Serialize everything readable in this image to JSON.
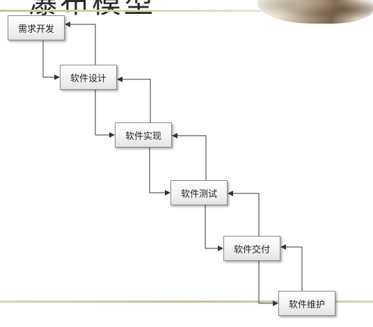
{
  "slide": {
    "title": "瀑布模型"
  },
  "phases": [
    {
      "label": "需求开发"
    },
    {
      "label": "软件设计"
    },
    {
      "label": "软件实现"
    },
    {
      "label": "软件测试"
    },
    {
      "label": "软件交付"
    },
    {
      "label": "软件维护"
    }
  ],
  "colors": {
    "arrow": "#333333",
    "rule": "#c5bf96"
  }
}
